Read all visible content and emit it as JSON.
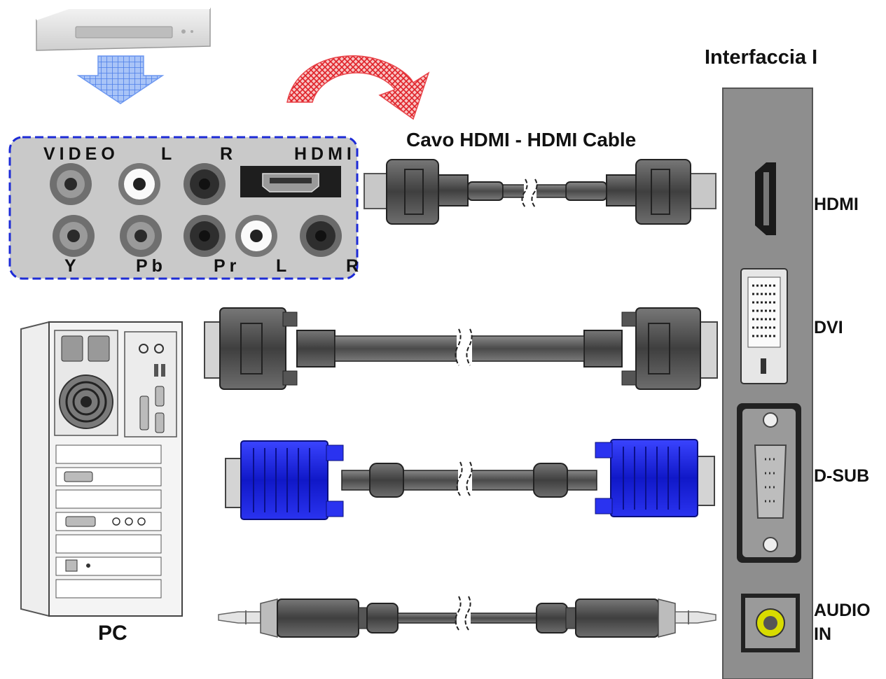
{
  "interface_title": "Interfaccia I",
  "hdmi_cable_label": "Cavo HDMI - HDMI Cable",
  "pc_label": "PC",
  "av_panel": {
    "top_labels": [
      "VIDEO",
      "L",
      "R",
      "HDMI"
    ],
    "bottom_labels": [
      "Y",
      "Pb",
      "Pr",
      "L",
      "R"
    ]
  },
  "tv_ports": [
    "HDMI",
    "DVI",
    "D-SUB",
    "AUDIO",
    "IN"
  ],
  "colors": {
    "vga_connector": "#1a22e0",
    "arrow_down": "#5a8ef0",
    "arrow_curved": "#e01f26",
    "tv_panel": "#8e8e8e",
    "audio_jack": "#d8dc00"
  }
}
